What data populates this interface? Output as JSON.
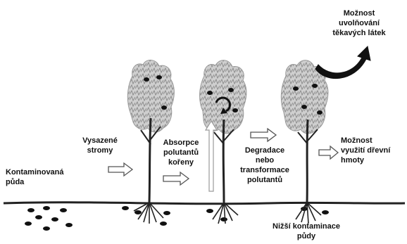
{
  "labels": {
    "contaminated_soil": [
      "Kontaminovaná",
      "půda"
    ],
    "planted_trees": [
      "Vysazené",
      "stromy"
    ],
    "absorption": [
      "Absorpce",
      "polutantů",
      "kořeny"
    ],
    "degradation": [
      "Degradace",
      "nebo",
      "transformace",
      "polutantů"
    ],
    "volatile_release": [
      "Možnost",
      "uvolňování",
      "těkavých látek"
    ],
    "wood_use": [
      "Možnost",
      "využití dřevní",
      "hmoty"
    ],
    "lower_contamination": [
      "Nižší kontaminace",
      "půdy"
    ]
  },
  "colors": {
    "ink": "#111111",
    "foliage": "#c8c8c8",
    "foliage_shade": "#9a9a9a",
    "arrow_fill": "#ffffff",
    "ground": "#222222"
  },
  "icons": {
    "flow_arrow": "hollow-right-arrow",
    "up_arrow": "hollow-up-arrow",
    "release_arrow": "curved-black-arrow",
    "cycle": "circular-arrow"
  }
}
